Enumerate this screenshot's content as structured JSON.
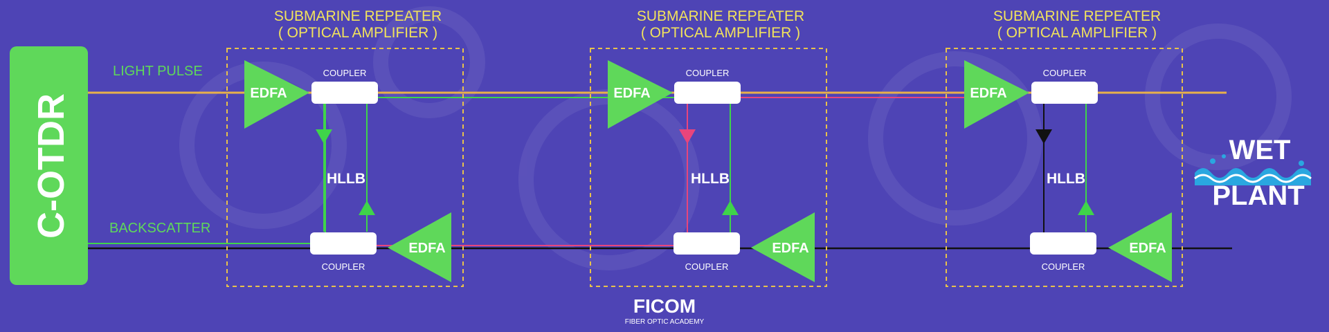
{
  "otdr": {
    "label": "C-OTDR"
  },
  "signals": {
    "light_pulse": "LIGHT PULSE",
    "backscatter": "BACKSCATTER"
  },
  "repeaters": [
    {
      "title_line1": "SUBMARINE REPEATER",
      "title_line2": "( OPTICAL AMPLIFIER )",
      "coupler_top": "COUPLER",
      "coupler_bottom": "COUPLER",
      "edfa_top": "EDFA",
      "edfa_bottom": "EDFA",
      "hllb": "HLLB",
      "loop_color": "#3fd44a"
    },
    {
      "title_line1": "SUBMARINE REPEATER",
      "title_line2": "( OPTICAL AMPLIFIER )",
      "coupler_top": "COUPLER",
      "coupler_bottom": "COUPLER",
      "edfa_top": "EDFA",
      "edfa_bottom": "EDFA",
      "hllb": "HLLB",
      "loop_color": "#e8457c"
    },
    {
      "title_line1": "SUBMARINE REPEATER",
      "title_line2": "( OPTICAL AMPLIFIER )",
      "coupler_top": "COUPLER",
      "coupler_bottom": "COUPLER",
      "edfa_top": "EDFA",
      "edfa_bottom": "EDFA",
      "hllb": "HLLB",
      "loop_color": "#000000"
    }
  ],
  "wet_plant": {
    "line1": "WET",
    "line2": "PLANT"
  },
  "logo": {
    "main": "FICOM",
    "sub": "FIBER OPTIC ACADEMY"
  },
  "colors": {
    "background": "#4e44b5",
    "accent_green": "#5fd85a",
    "title_yellow": "#f2e35c",
    "pulse_line": "#e8b04a",
    "backscatter_green": "#3fd44a",
    "pink": "#e8457c",
    "water_blue": "#2aa7e0"
  }
}
